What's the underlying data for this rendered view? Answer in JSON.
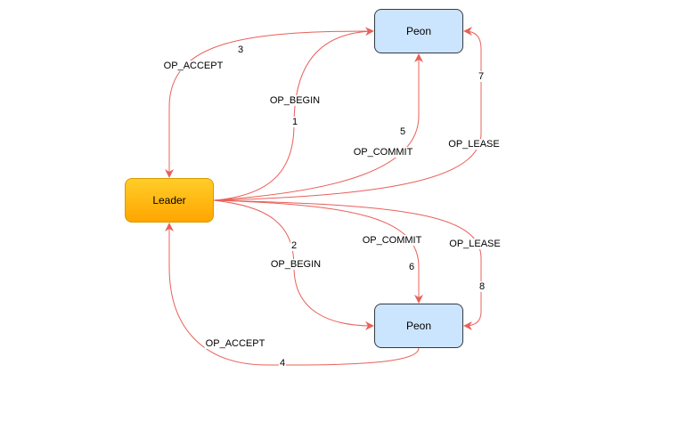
{
  "nodes": {
    "peon_top": "Peon",
    "peon_bottom": "Peon",
    "leader": "Leader"
  },
  "edges": {
    "op_accept_top": {
      "name": "OP_ACCEPT",
      "step": "3"
    },
    "op_begin_top": {
      "name": "OP_BEGIN",
      "step": "1"
    },
    "op_commit_top": {
      "name": "OP_COMMIT",
      "step": "5"
    },
    "op_lease_top": {
      "name": "OP_LEASE",
      "step": "7"
    },
    "op_begin_bottom": {
      "name": "OP_BEGIN",
      "step": "2"
    },
    "op_commit_bottom": {
      "name": "OP_COMMIT",
      "step": "6"
    },
    "op_lease_bottom": {
      "name": "OP_LEASE",
      "step": "8"
    },
    "op_accept_bottom": {
      "name": "OP_ACCEPT",
      "step": "4"
    }
  },
  "colors": {
    "edge": "#e8605a",
    "peon_fill": "#cce5ff",
    "leader_fill": "#ffb300"
  }
}
